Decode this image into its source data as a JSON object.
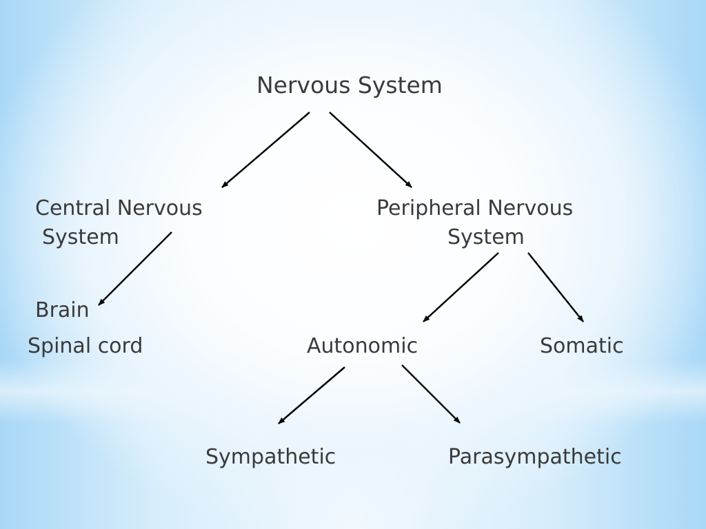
{
  "diagram": {
    "root": "Nervous System",
    "central": {
      "line1": "Central Nervous",
      "line2": "System"
    },
    "peripheral": {
      "line1": "Peripheral Nervous",
      "line2": "System"
    },
    "central_children": [
      "Brain",
      "Spinal cord"
    ],
    "peripheral_children": [
      "Autonomic",
      "Somatic"
    ],
    "autonomic_children": [
      "Sympathetic",
      "Parasympathetic"
    ],
    "edges": [
      [
        "Nervous System",
        "Central Nervous System"
      ],
      [
        "Nervous System",
        "Peripheral Nervous System"
      ],
      [
        "Central Nervous System",
        "Brain"
      ],
      [
        "Peripheral Nervous System",
        "Autonomic"
      ],
      [
        "Peripheral Nervous System",
        "Somatic"
      ],
      [
        "Autonomic",
        "Sympathetic"
      ],
      [
        "Autonomic",
        "Parasympathetic"
      ]
    ]
  },
  "colors": {
    "text": "#3a3a3a",
    "arrow": "#000000",
    "background_edge": "#a9d8f7",
    "background_center": "#ffffff"
  }
}
